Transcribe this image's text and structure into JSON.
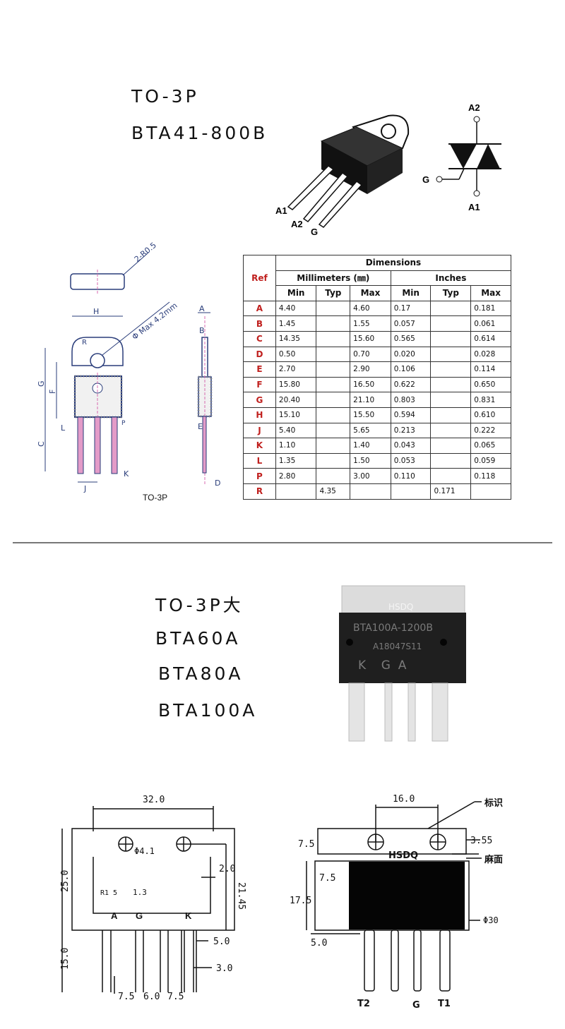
{
  "top": {
    "package_title": "TO-3P",
    "part_title": "BTA41-800B",
    "pin_labels": {
      "a1": "A1",
      "a2": "A2",
      "g": "G"
    },
    "symbol_labels": {
      "a2": "A2",
      "g": "G",
      "a1": "A1"
    },
    "drawing_labels": {
      "r05": "2-R0.5",
      "h": "H",
      "phi": "Φ Max 4.2mm",
      "r": "R",
      "g": "G",
      "f": "F",
      "c": "C",
      "l": "L",
      "j": "J",
      "k": "K",
      "p": "P",
      "a": "A",
      "b": "B",
      "e": "E",
      "d": "D",
      "caption": "TO-3P"
    }
  },
  "table": {
    "ref_header": "Ref",
    "dimensions_header": "Dimensions",
    "mm_header": "Millimeters (㎜)",
    "in_header": "Inches",
    "sub_headers": [
      "Min",
      "Typ",
      "Max",
      "Min",
      "Typ",
      "Max"
    ],
    "rows": [
      {
        "ref": "A",
        "mm_min": "4.40",
        "mm_typ": "",
        "mm_max": "4.60",
        "in_min": "0.17",
        "in_typ": "",
        "in_max": "0.181"
      },
      {
        "ref": "B",
        "mm_min": "1.45",
        "mm_typ": "",
        "mm_max": "1.55",
        "in_min": "0.057",
        "in_typ": "",
        "in_max": "0.061"
      },
      {
        "ref": "C",
        "mm_min": "14.35",
        "mm_typ": "",
        "mm_max": "15.60",
        "in_min": "0.565",
        "in_typ": "",
        "in_max": "0.614"
      },
      {
        "ref": "D",
        "mm_min": "0.50",
        "mm_typ": "",
        "mm_max": "0.70",
        "in_min": "0.020",
        "in_typ": "",
        "in_max": "0.028"
      },
      {
        "ref": "E",
        "mm_min": "2.70",
        "mm_typ": "",
        "mm_max": "2.90",
        "in_min": "0.106",
        "in_typ": "",
        "in_max": "0.114"
      },
      {
        "ref": "F",
        "mm_min": "15.80",
        "mm_typ": "",
        "mm_max": "16.50",
        "in_min": "0.622",
        "in_typ": "",
        "in_max": "0.650"
      },
      {
        "ref": "G",
        "mm_min": "20.40",
        "mm_typ": "",
        "mm_max": "21.10",
        "in_min": "0.803",
        "in_typ": "",
        "in_max": "0.831"
      },
      {
        "ref": "H",
        "mm_min": "15.10",
        "mm_typ": "",
        "mm_max": "15.50",
        "in_min": "0.594",
        "in_typ": "",
        "in_max": "0.610"
      },
      {
        "ref": "J",
        "mm_min": "5.40",
        "mm_typ": "",
        "mm_max": "5.65",
        "in_min": "0.213",
        "in_typ": "",
        "in_max": "0.222"
      },
      {
        "ref": "K",
        "mm_min": "1.10",
        "mm_typ": "",
        "mm_max": "1.40",
        "in_min": "0.043",
        "in_typ": "",
        "in_max": "0.065"
      },
      {
        "ref": "L",
        "mm_min": "1.35",
        "mm_typ": "",
        "mm_max": "1.50",
        "in_min": "0.053",
        "in_typ": "",
        "in_max": "0.059"
      },
      {
        "ref": "P",
        "mm_min": "2.80",
        "mm_typ": "",
        "mm_max": "3.00",
        "in_min": "0.110",
        "in_typ": "",
        "in_max": "0.118"
      },
      {
        "ref": "R",
        "mm_min": "",
        "mm_typ": "4.35",
        "mm_max": "",
        "in_min": "",
        "in_typ": "0.171",
        "in_max": ""
      }
    ]
  },
  "bottom": {
    "package_title": "TO-3P大",
    "parts": [
      "BTA60A",
      "BTA80A",
      "BTA100A"
    ],
    "photo": {
      "brand": "HSDQ",
      "marking": "BTA100A-1200B",
      "code": "A18047S11",
      "pins": "K    G  A"
    },
    "left_drawing": {
      "width": "32.0",
      "hole": "Φ4.1",
      "height": "25.0",
      "lead_len": "15.0",
      "tab_w": "2.0",
      "body_h": "21.45",
      "r15": "R1 5",
      "w13": "1.3",
      "pin_a": "A",
      "pin_g": "G",
      "pin_k": "K",
      "d50": "5.0",
      "d30": "3.0",
      "p1": "7.5",
      "p2": "6.0",
      "p3": "7.5"
    },
    "right_drawing": {
      "width": "16.0",
      "mark_label": "标识",
      "brand": "HSDQ",
      "d355": "3.55",
      "d75a": "7.5",
      "face_label": "麻面",
      "d75b": "7.5",
      "d175": "17.5",
      "phi30": "Φ30",
      "d50": "5.0",
      "pin_t2": "T2",
      "pin_g": "G",
      "pin_t1": "T1"
    }
  },
  "colors": {
    "ref_red": "#c0201e",
    "drawing_blue": "#2a3d7a",
    "line_pink": "#d86ab0",
    "pin_pink": "#e39bc8"
  }
}
